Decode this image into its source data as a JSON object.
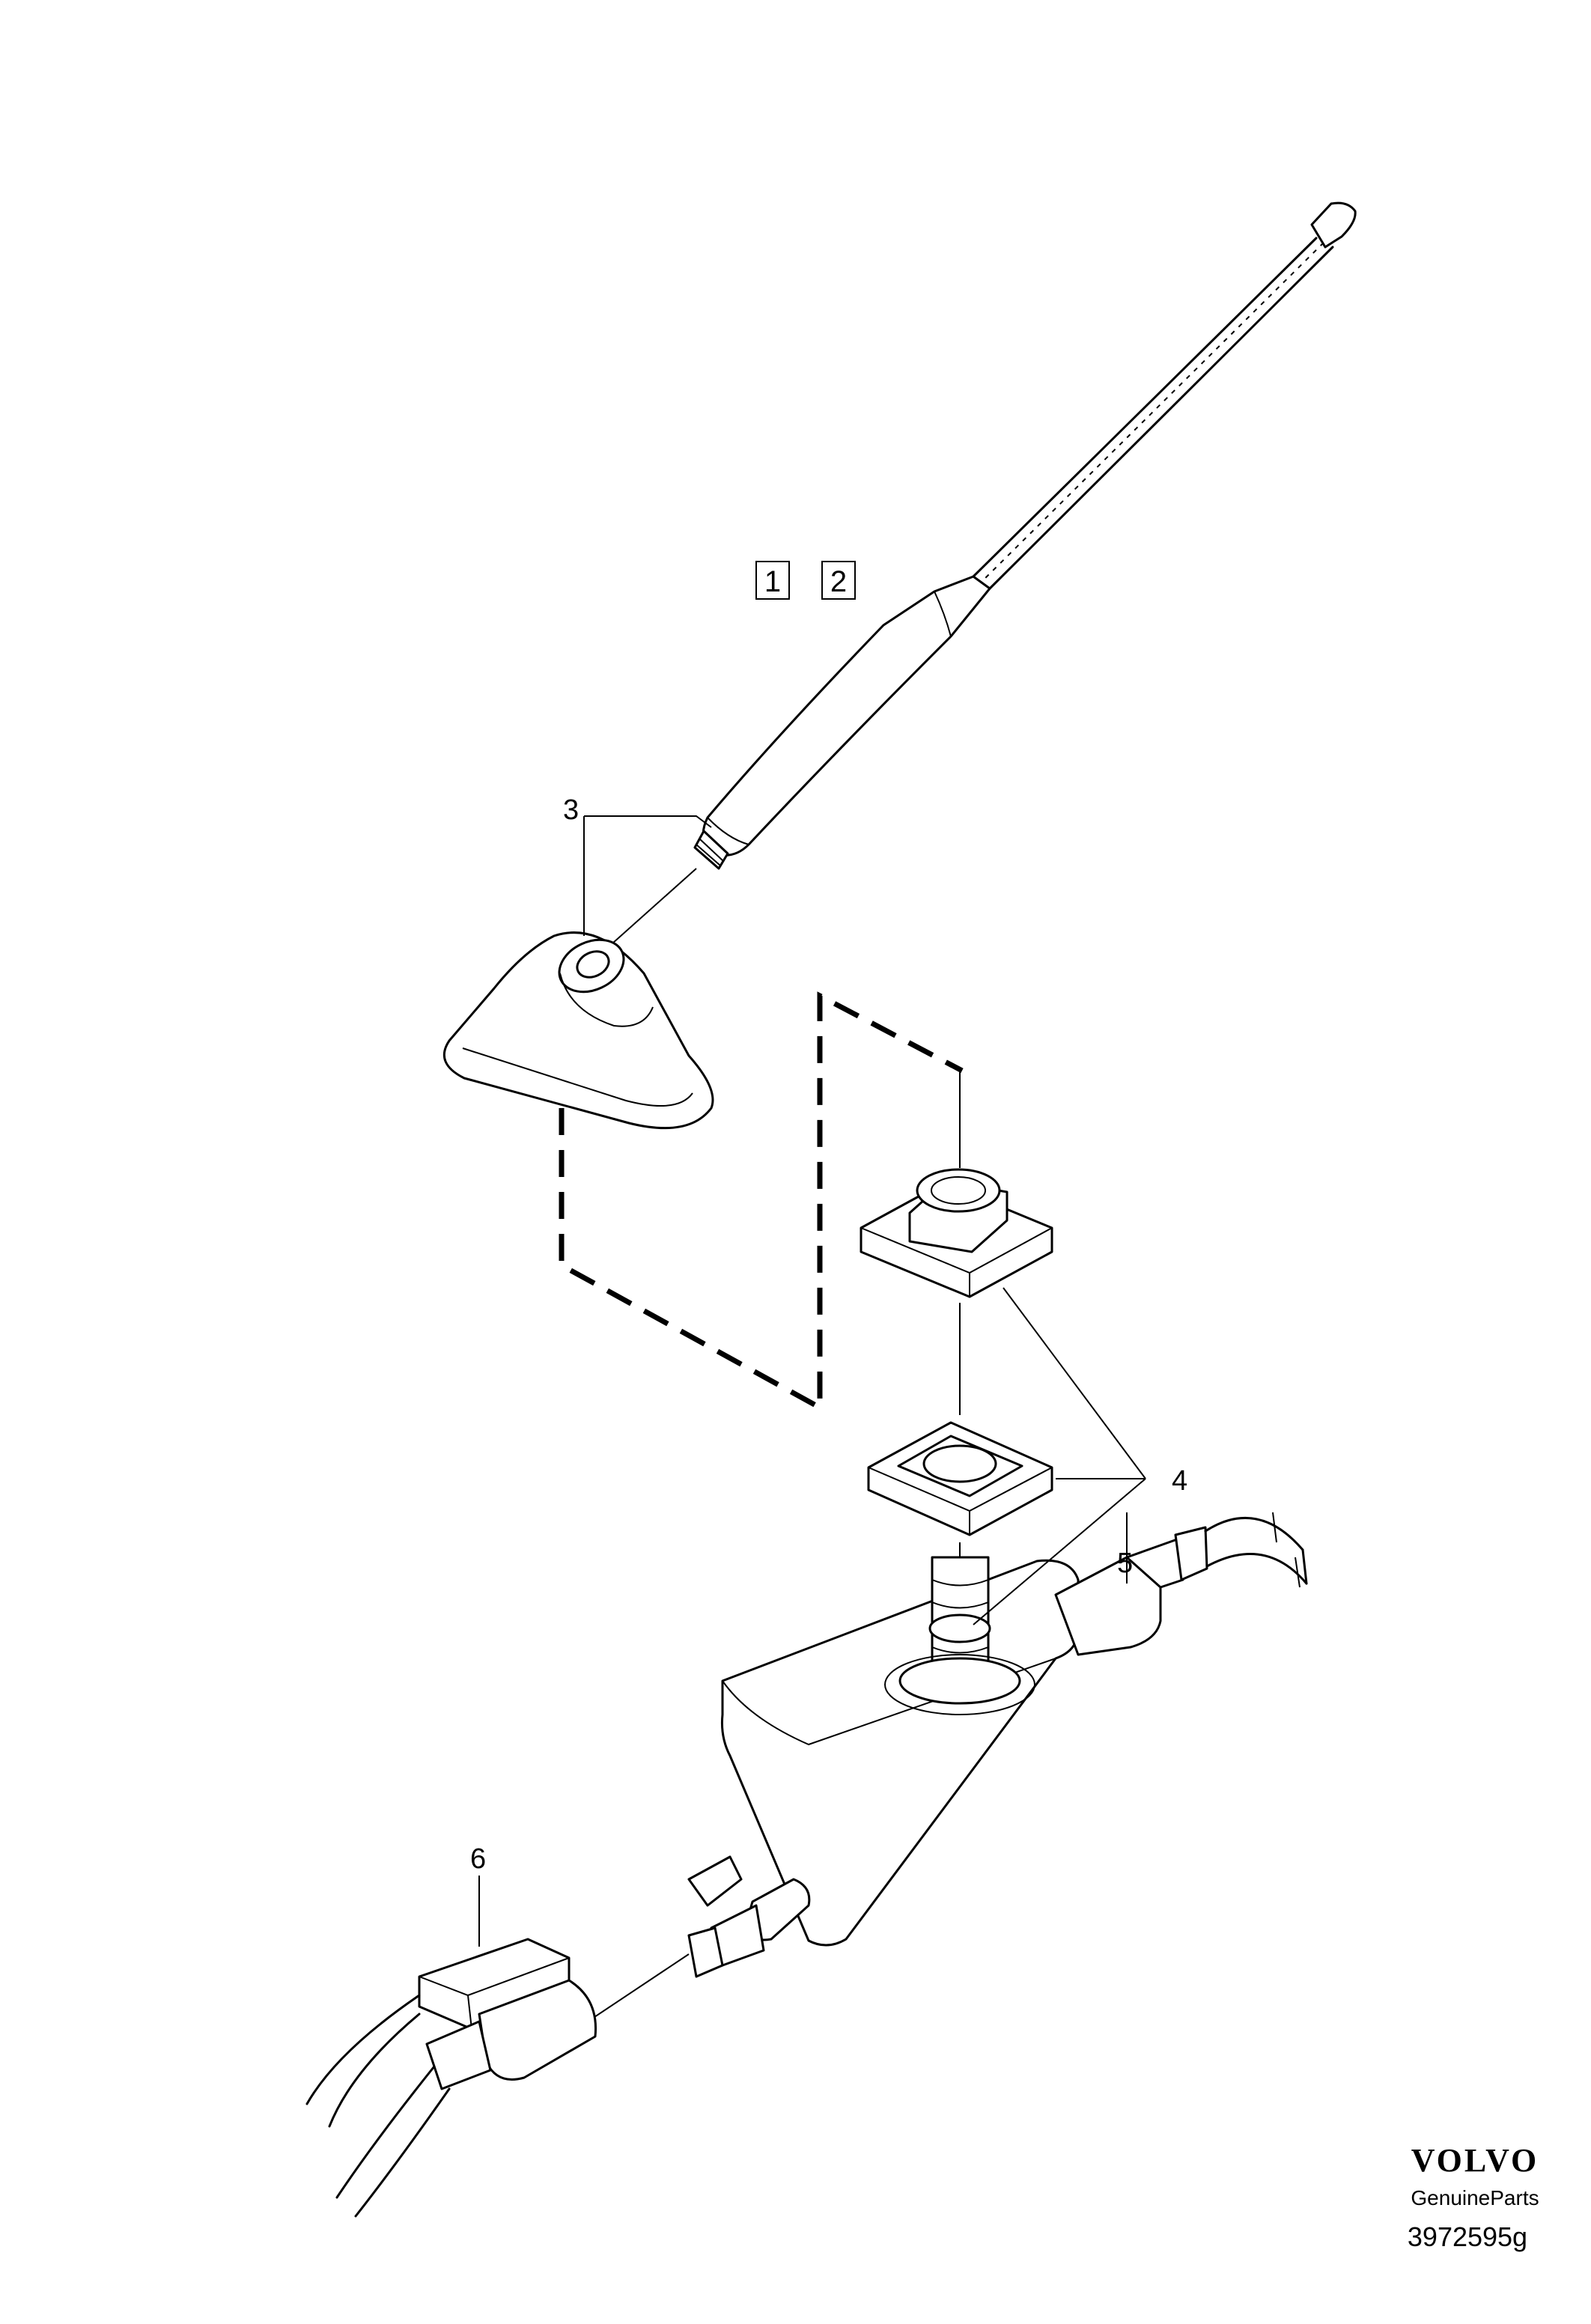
{
  "callouts": {
    "ref1": "1",
    "ref2": "2",
    "item3": "3",
    "item4": "4",
    "item5": "5",
    "item6": "6"
  },
  "footer": {
    "brand": "VOLVO",
    "subtitle": "GenuineParts",
    "part_number": "3972595g"
  }
}
